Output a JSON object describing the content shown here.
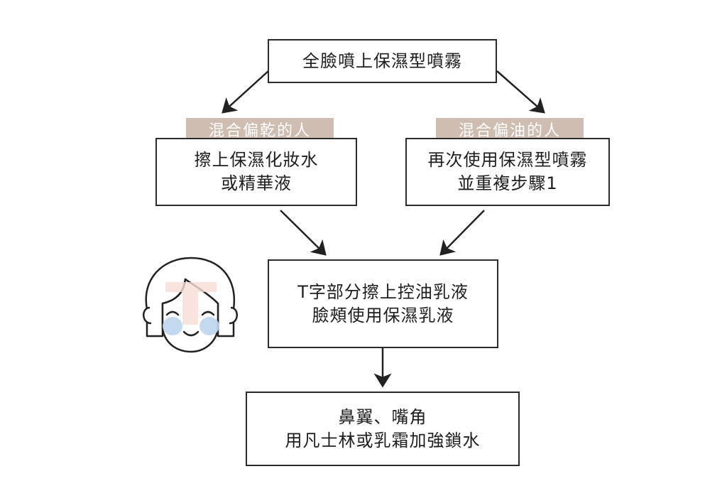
{
  "diagram": {
    "top_box": {
      "lines": [
        "全臉噴上保濕型噴霧"
      ]
    },
    "left_tag": "混合偏乾的人",
    "left_box": {
      "lines": [
        "擦上保濕化妝水",
        "或精華液"
      ]
    },
    "right_tag": "混合偏油的人",
    "right_box": {
      "lines": [
        "再次使用保濕型噴霧",
        "並重複步驟1"
      ]
    },
    "middle_box": {
      "lines": [
        "T字部分擦上控油乳液",
        "臉頰使用保濕乳液"
      ]
    },
    "bottom_box": {
      "lines": [
        "鼻翼、嘴角",
        "用凡士林或乳霜加強鎖水"
      ]
    },
    "illustration": "smiling-girl-face",
    "colors": {
      "tag_bg": "#cfbdb2",
      "border": "#2b2b2b",
      "cheek": "#bcd5ee",
      "t_zone": "#f8dcd4"
    }
  }
}
